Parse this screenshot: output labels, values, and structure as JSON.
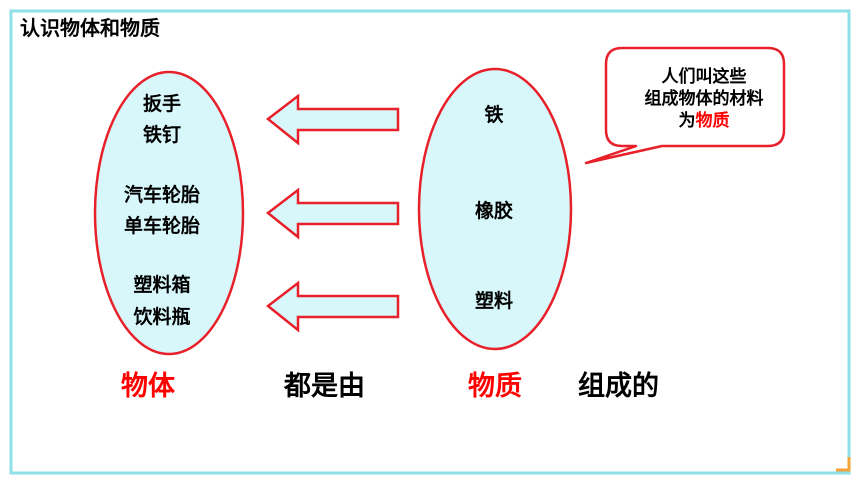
{
  "title": "认识物体和物质",
  "objects": [
    {
      "line1": "扳手",
      "line2": "铁钉"
    },
    {
      "line1": "汽车轮胎",
      "line2": "单车轮胎"
    },
    {
      "line1": "塑料箱",
      "line2": "饮料瓶"
    }
  ],
  "materials": [
    "铁",
    "橡胶",
    "塑料"
  ],
  "callout": {
    "line1": "人们叫这些",
    "line2": "组成物体的材料",
    "line3_prefix": "为",
    "line3_highlight": "物质"
  },
  "bottom": {
    "objects_word": "物体",
    "connector1": "都是由",
    "materials_word": "物质",
    "connector2": "组成的"
  },
  "colors": {
    "ellipse_fill": "#d8f7fb",
    "ellipse_stroke": "#e8202a",
    "arrow_fill": "#d8f7fb",
    "arrow_stroke": "#e8202a",
    "highlight": "#ff0000"
  }
}
